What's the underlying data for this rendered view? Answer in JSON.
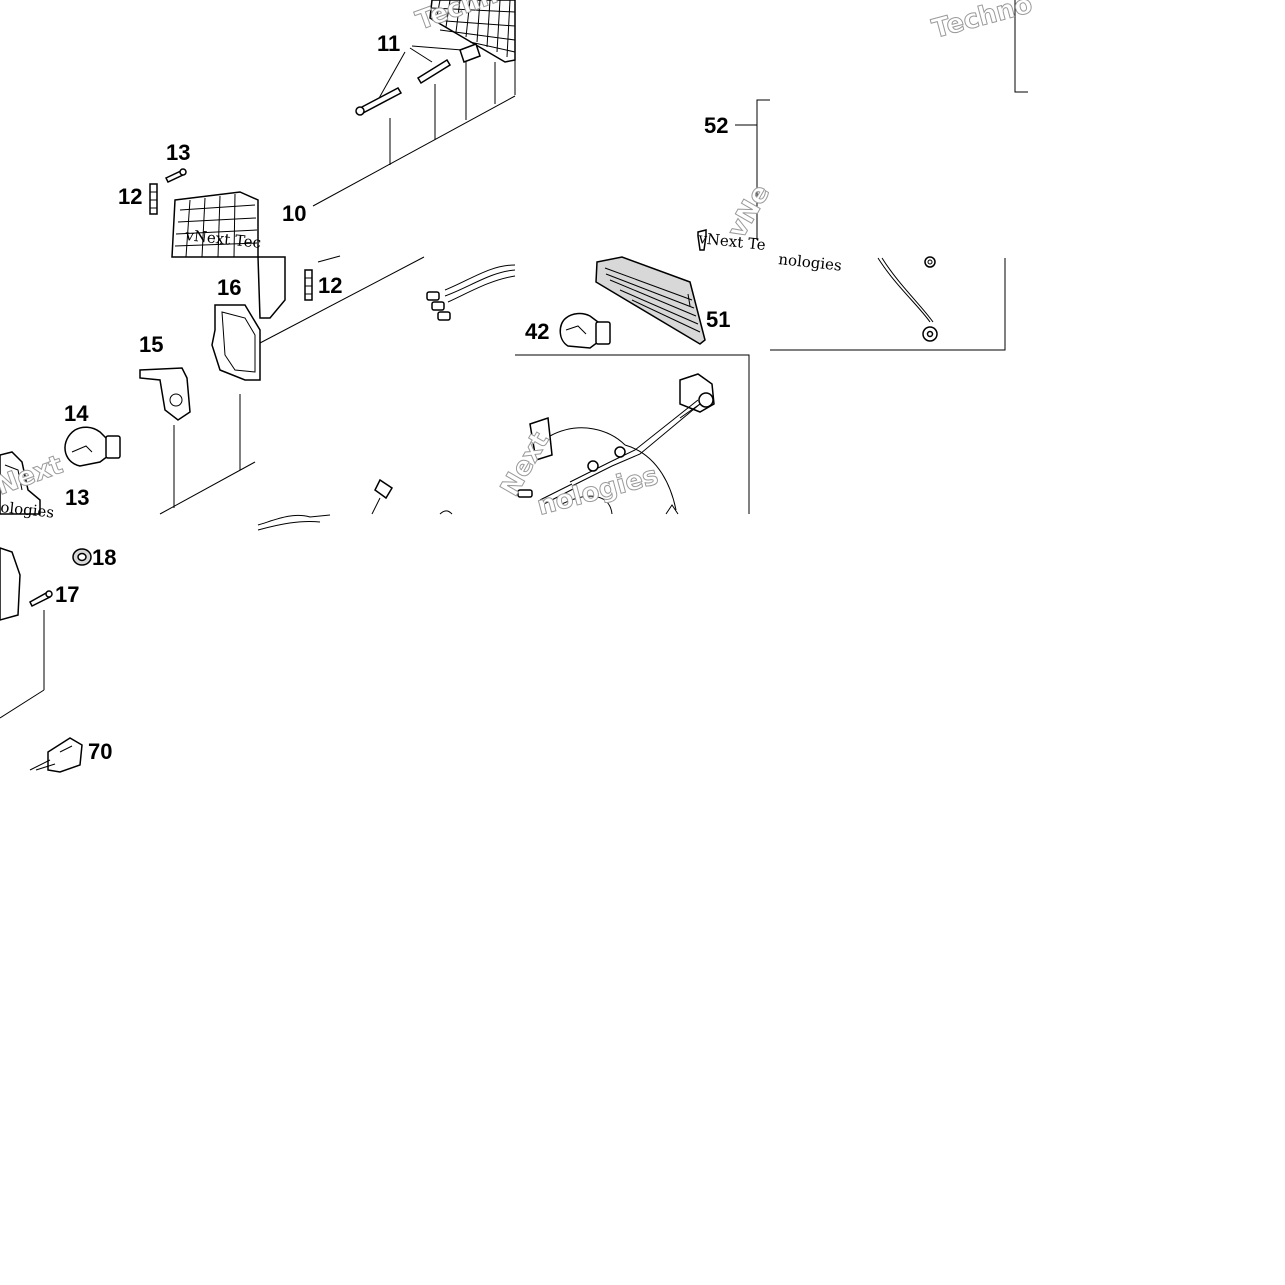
{
  "diagram": {
    "callouts": {
      "c10": "10",
      "c11": "11",
      "c12a": "12",
      "c12b": "12",
      "c13": "13",
      "c14": "14",
      "c15": "15",
      "c16": "16",
      "c17": "17",
      "c18": "18",
      "c19": "13",
      "c42": "42",
      "c51": "51",
      "c52": "52",
      "c70": "70"
    },
    "watermarks": {
      "w1": "vNext Tec",
      "w2": "vNext Te",
      "w3": "nologies",
      "w4": "Techno",
      "w5": "Techno",
      "w6": "Next",
      "w7": "ologies",
      "w8": "nologies",
      "w9": "Next",
      "w10": "vNe"
    }
  }
}
